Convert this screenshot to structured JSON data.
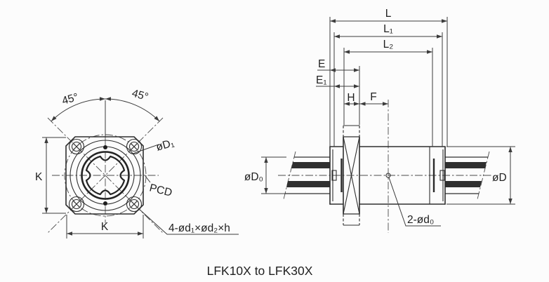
{
  "title": "LFK10X to LFK30X",
  "colors": {
    "line": "#2e2e2e",
    "dimension": "#3c3c3c",
    "text": "#1f1f1f",
    "background": "#fcfcfc"
  },
  "front_view": {
    "labels": {
      "angle_left": "45°",
      "angle_right": "45°",
      "width_vertical": "K",
      "width_horizontal": "K",
      "pilot_diameter": "øD₁",
      "pitch_circle_diameter": "PCD",
      "mounting_holes": "4-ød₁×ød₂×h"
    }
  },
  "side_view": {
    "labels": {
      "overall_length": "L",
      "length_l1": "L₁",
      "length_l2": "L₂",
      "flange_offset_e": "E",
      "flange_offset_e1": "E₁",
      "flange_thickness": "H",
      "hole_offset": "F",
      "shaft_diameter": "øD₀",
      "outer_diameter": "øD",
      "oil_holes": "2-ød₀"
    }
  }
}
